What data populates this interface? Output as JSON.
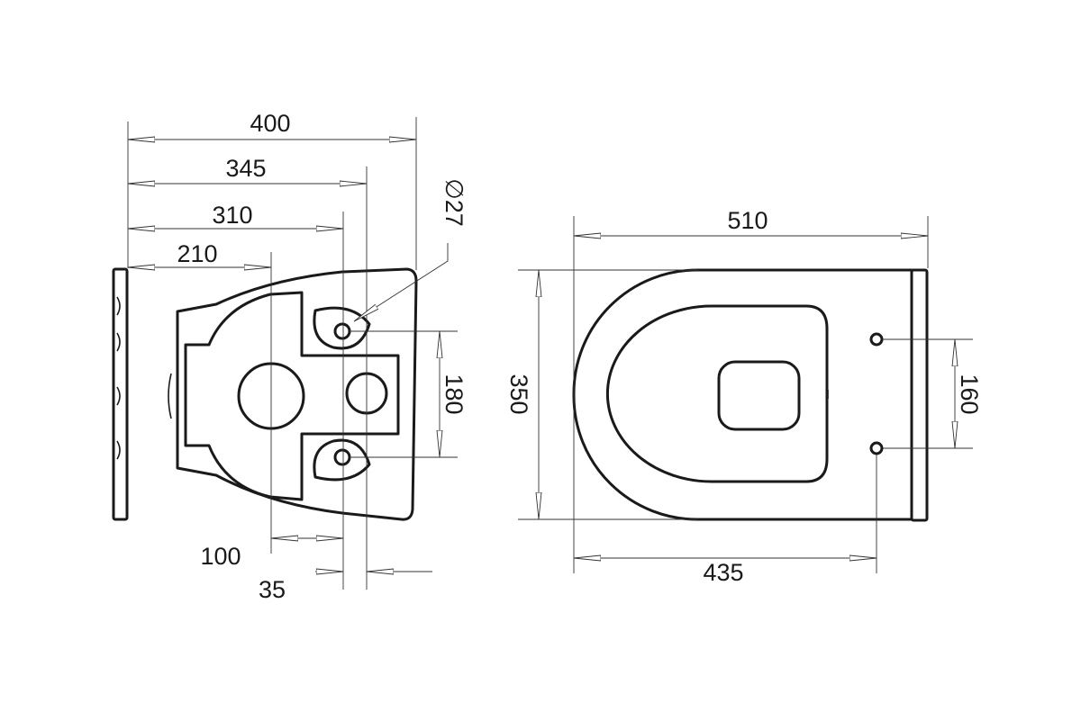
{
  "drawing": {
    "left_view": {
      "dims": {
        "d400": "400",
        "d345": "345",
        "d310": "310",
        "d210": "210",
        "d180": "180",
        "d100": "100",
        "d35": "35",
        "dia27": "∅27"
      }
    },
    "right_view": {
      "dims": {
        "d510": "510",
        "d350": "350",
        "d160": "160",
        "d435": "435"
      }
    }
  }
}
